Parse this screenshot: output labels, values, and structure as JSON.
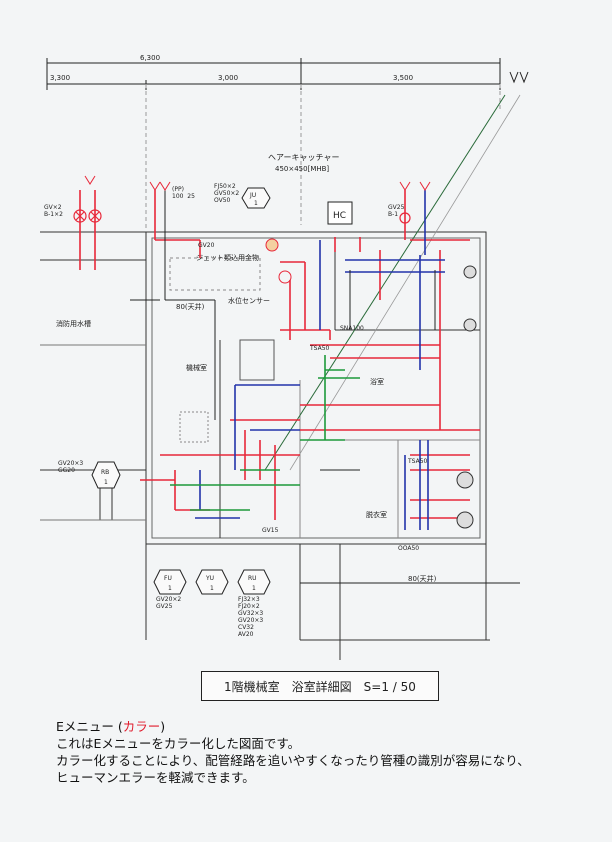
{
  "dimensions": {
    "total": "6,300",
    "d1": "3,300",
    "d2": "3,000",
    "d3": "3,500"
  },
  "labels": {
    "hair_catcher_1": "ヘアーキャッチャー",
    "hair_catcher_2": "450×450[MHB]",
    "hc": "HC",
    "jet_fitting": "ジェット類込用金物",
    "water_sensor": "水位センサー",
    "machine_room": "機械室",
    "bathroom": "浴室",
    "dressing_room": "脱衣室",
    "fire_tank": "消防用水槽",
    "ceiling_80a": "80(天井)",
    "ceiling_80b": "80(天井)",
    "sna100": "SNA100",
    "tsa50a": "TSA50",
    "tsa50b": "TSA50",
    "ooa50": "OOA50",
    "gv15": "GV15",
    "gv25_b1": "GV25\nB-1",
    "gv_b1_left": "GV×2\nB-1×2",
    "gv20_x3": "GV20×3\nGG20",
    "pp_100": "(PP)\n100  25",
    "fj_block": "FJ50×2\nGV50×2\nOV50",
    "gv20": "GV20",
    "fu_list": "GV20×2\nGV25",
    "ru_list": "FJ32×3\nFJ20×2\nGV32×3\nGV20×3\nCV32\nAV20"
  },
  "symbols": {
    "ju": "JU",
    "rb": "RB",
    "fu": "FU",
    "yu": "YU",
    "ru": "RU",
    "one": "1"
  },
  "title_block": "1階機械室　浴室詳細図　S=1 / 50",
  "caption": {
    "line1_prefix": "Eメニュー (",
    "line1_highlight": "カラー",
    "line1_suffix": ")",
    "line2": "これはEメニューをカラー化した図面です。",
    "line3": "カラー化することにより、配管経路を追いやすくなったり管種の識別が容易になり、",
    "line4": "ヒューマンエラーを軽減できます。"
  },
  "colors": {
    "hot_water": "#e8283a",
    "cold_water": "#2233aa",
    "drain": "#1d9a3a",
    "line": "#222222",
    "faint": "#9a9a9a"
  }
}
